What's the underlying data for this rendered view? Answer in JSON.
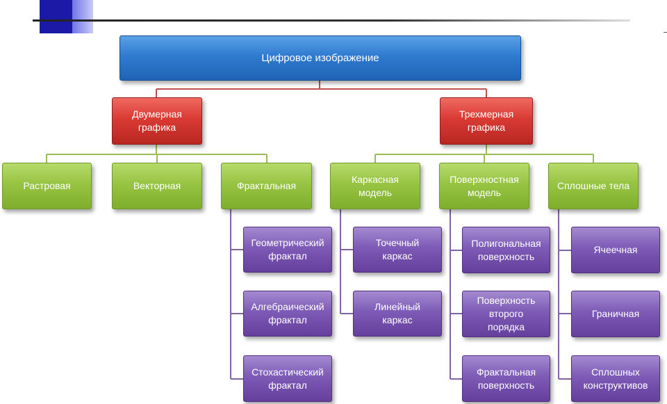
{
  "diagram": {
    "root": "Цифровое изображение",
    "two_d": {
      "label": "Двумерная\nграфика",
      "raster": "Растровая",
      "vector": "Векторная",
      "fractal": "Фрактальная",
      "geometric_fractal": "Геометрический\nфрактал",
      "algebraic_fractal": "Алгебраический\nфрактал",
      "stochastic_fractal": "Стохастический\nфрактал"
    },
    "three_d": {
      "label": "Трехмерная\nграфика",
      "wireframe_model": "Каркасная\nмодель",
      "surface_model": "Поверхностная\nмодель",
      "solid_bodies": "Сплошные тела",
      "point_wireframe": "Точечный\nкаркас",
      "line_wireframe": "Линейный\nкаркас",
      "polygonal_surface": "Полигональная\nповерхность",
      "second_order_surface": "Поверхность\nвторого\nпорядка",
      "fractal_surface": "Фрактальная\nповерхность",
      "cellular": "Ячеечная",
      "boundary": "Граничная",
      "solid_constructive": "Сплошных\nконструктивов"
    }
  },
  "colors": {
    "level1": "#2f7bd0",
    "level2": "#d93a33",
    "level3": "#97c443",
    "level4": "#7d5bb6",
    "connector_red": "#c0504d",
    "connector_green": "#9bbb59",
    "connector_purple": "#8064a2"
  }
}
